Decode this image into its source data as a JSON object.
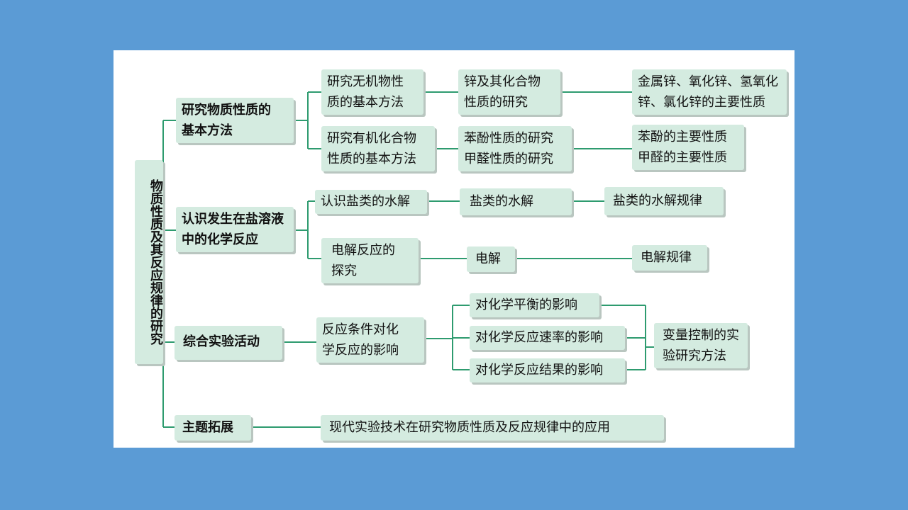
{
  "root": "物质性质及其反应规律的研究",
  "level1": {
    "basic_methods": [
      "研究物质性质的",
      "基本方法"
    ],
    "salt_reactions": [
      "认识发生在盐溶液",
      "中的化学反应"
    ],
    "experiment": "综合实验活动",
    "extension": "主题拓展"
  },
  "level2": {
    "inorganic": [
      "研究无机物性",
      "质的基本方法"
    ],
    "organic": [
      "研究有机化合物",
      "性质的基本方法"
    ],
    "hydrolysis": "认识盐类的水解",
    "electrolysis": [
      "电解反应的",
      "探究"
    ],
    "conditions": [
      "反应条件对化",
      "学反应的影响"
    ],
    "application": "现代实验技术在研究物质性质及反应规律中的应用"
  },
  "level3": {
    "zinc": [
      "锌及其化合物",
      "性质的研究"
    ],
    "phenol_aldehyde": [
      "苯酚性质的研究",
      "甲醛性质的研究"
    ],
    "salt_hydrolysis": "盐类的水解",
    "electrolysis": "电解",
    "equilibrium": "对化学平衡的影响",
    "rate": "对化学反应速率的影响",
    "result": "对化学反应结果的影响"
  },
  "level4": {
    "zinc_props": [
      "金属锌、氧化锌、氢氧化",
      "锌、氯化锌的主要性质"
    ],
    "phenol_props": [
      "苯酚的主要性质",
      "甲醛的主要性质"
    ],
    "hydrolysis_law": "盐类的水解规律",
    "electrolysis_law": "电解规律",
    "variable_control": [
      "变量控制的实",
      "验研究方法"
    ]
  },
  "colors": {
    "background": "#5b9bd5",
    "panel": "#ffffff",
    "box": "#d4ebe0",
    "line": "#2e9b6f"
  }
}
